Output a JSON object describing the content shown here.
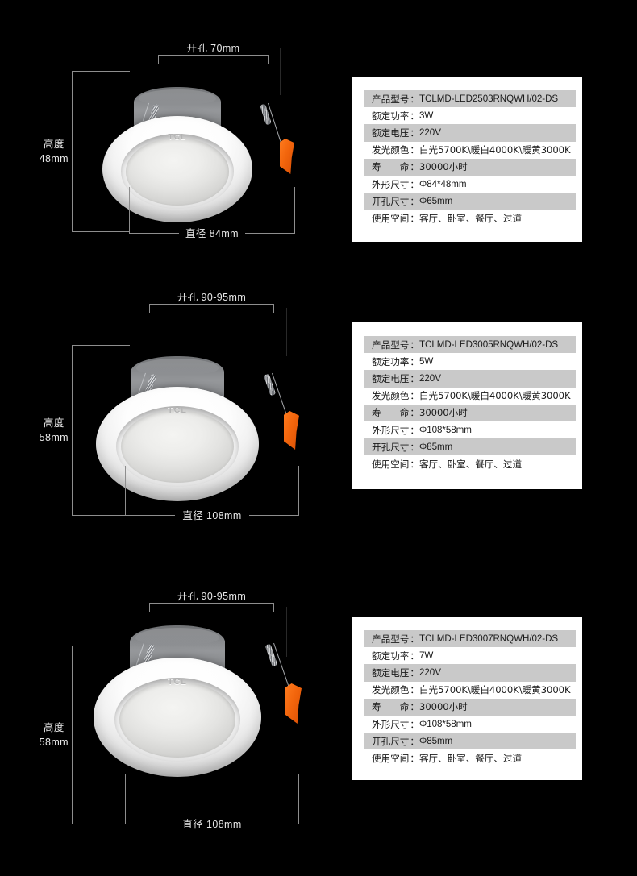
{
  "page": {
    "background_color": "#000000",
    "brand": "TCL",
    "card_background": "#ffffff",
    "stripe_color": "#c9c9c9",
    "clip_color": "#f2650c",
    "dimension_line_color": "#8e8e8e"
  },
  "products": [
    {
      "id": "tclmd-led2503",
      "brand_mark": "TCL",
      "dimensions": {
        "aperture": "开孔 70mm",
        "height": "高度\n48mm",
        "height_line1": "高度",
        "height_line2": "48mm",
        "diameter": "直径 84mm"
      },
      "spec_rows": [
        {
          "label": "产品型号",
          "colon": "：",
          "value": "TCLMD-LED2503RNQWH/02-DS",
          "striped": true,
          "cjk": false
        },
        {
          "label": "额定功率",
          "colon": "：",
          "value": "3W",
          "striped": false,
          "cjk": false
        },
        {
          "label": "额定电压",
          "colon": "：",
          "value": "220V",
          "striped": true,
          "cjk": false
        },
        {
          "label": "发光颜色",
          "colon": "：",
          "value": "白光5700K\\暖白4000K\\暖黄3000K",
          "striped": false,
          "cjk": true
        },
        {
          "label": "寿命",
          "colon": "：",
          "value": "30000小时",
          "striped": true,
          "cjk": true
        },
        {
          "label": "外形尺寸",
          "colon": "：",
          "value": "Φ84*48mm",
          "striped": false,
          "cjk": false
        },
        {
          "label": "开孔尺寸",
          "colon": "：",
          "value": "Φ65mm",
          "striped": true,
          "cjk": false
        },
        {
          "label": "使用空间",
          "colon": "：",
          "value": "客厅、卧室、餐厅、过道",
          "striped": false,
          "cjk": true
        }
      ]
    },
    {
      "id": "tclmd-led3005",
      "brand_mark": "TCL",
      "dimensions": {
        "aperture": "开孔 90-95mm",
        "height_line1": "高度",
        "height_line2": "58mm",
        "diameter": "直径 108mm"
      },
      "spec_rows": [
        {
          "label": "产品型号",
          "colon": "：",
          "value": "TCLMD-LED3005RNQWH/02-DS",
          "striped": true,
          "cjk": false
        },
        {
          "label": "额定功率",
          "colon": "：",
          "value": "5W",
          "striped": false,
          "cjk": false
        },
        {
          "label": "额定电压",
          "colon": "：",
          "value": "220V",
          "striped": true,
          "cjk": false
        },
        {
          "label": "发光颜色",
          "colon": "：",
          "value": "白光5700K\\暖白4000K\\暖黄3000K",
          "striped": false,
          "cjk": true
        },
        {
          "label": "寿命",
          "colon": "：",
          "value": "30000小时",
          "striped": true,
          "cjk": true
        },
        {
          "label": "外形尺寸",
          "colon": "：",
          "value": "Φ108*58mm",
          "striped": false,
          "cjk": false
        },
        {
          "label": "开孔尺寸",
          "colon": "：",
          "value": "Φ85mm",
          "striped": true,
          "cjk": false
        },
        {
          "label": "使用空间",
          "colon": "：",
          "value": "客厅、卧室、餐厅、过道",
          "striped": false,
          "cjk": true
        }
      ]
    },
    {
      "id": "tclmd-led3007",
      "brand_mark": "TCL",
      "dimensions": {
        "aperture": "开孔 90-95mm",
        "height_line1": "高度",
        "height_line2": "58mm",
        "diameter": "直径 108mm"
      },
      "spec_rows": [
        {
          "label": "产品型号",
          "colon": "：",
          "value": "TCLMD-LED3007RNQWH/02-DS",
          "striped": true,
          "cjk": false
        },
        {
          "label": "额定功率",
          "colon": "：",
          "value": "7W",
          "striped": false,
          "cjk": false
        },
        {
          "label": "额定电压",
          "colon": "：",
          "value": "220V",
          "striped": true,
          "cjk": false
        },
        {
          "label": "发光颜色",
          "colon": "：",
          "value": "白光5700K\\暖白4000K\\暖黄3000K",
          "striped": false,
          "cjk": true
        },
        {
          "label": "寿命",
          "colon": "：",
          "value": "30000小时",
          "striped": true,
          "cjk": true
        },
        {
          "label": "外形尺寸",
          "colon": "：",
          "value": "Φ108*58mm",
          "striped": false,
          "cjk": false
        },
        {
          "label": "开孔尺寸",
          "colon": "：",
          "value": "Φ85mm",
          "striped": true,
          "cjk": false
        },
        {
          "label": "使用空间",
          "colon": "：",
          "value": "客厅、卧室、餐厅、过道",
          "striped": false,
          "cjk": true
        }
      ]
    }
  ]
}
